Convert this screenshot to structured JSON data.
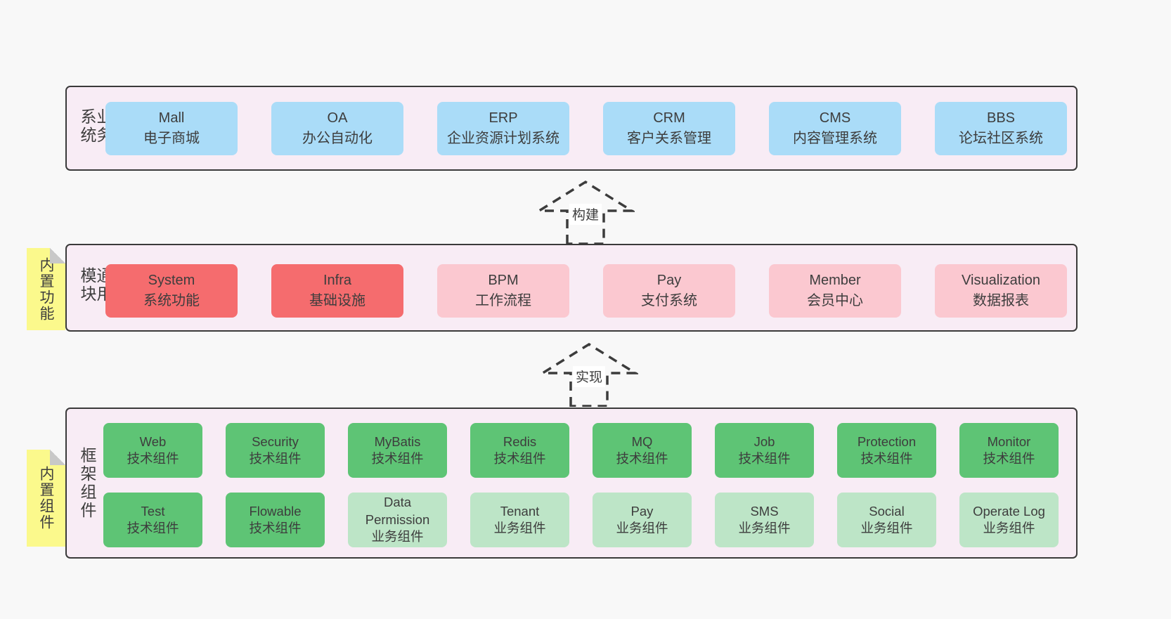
{
  "colors": {
    "page_bg": "#f8f8f8",
    "band_bg": "#f8ecf5",
    "band_border": "#3a3a3a",
    "blue_box": "#aadcf8",
    "red_box": "#f56c6e",
    "pink_box": "#fbc8d0",
    "green_box": "#5ec475",
    "light_green_box": "#bde5c7",
    "sticky_yellow": "#fbf98c",
    "fold_gray": "#c8c8c8",
    "text": "#3d3d3d"
  },
  "arrows": [
    {
      "label": "构建"
    },
    {
      "label": "实现"
    }
  ],
  "bands": [
    {
      "label": "业务系统",
      "rows": [
        [
          {
            "en": "Mall",
            "zh": "电子商城"
          },
          {
            "en": "OA",
            "zh": "办公自动化"
          },
          {
            "en": "ERP",
            "zh": "企业资源计划系统"
          },
          {
            "en": "CRM",
            "zh": "客户关系管理"
          },
          {
            "en": "CMS",
            "zh": "内容管理系统"
          },
          {
            "en": "BBS",
            "zh": "论坛社区系统"
          }
        ]
      ]
    },
    {
      "label": "通用模块",
      "sticky": "内置功能",
      "rows": [
        [
          {
            "en": "System",
            "zh": "系统功能"
          },
          {
            "en": "Infra",
            "zh": "基础设施"
          },
          {
            "en": "BPM",
            "zh": "工作流程"
          },
          {
            "en": "Pay",
            "zh": "支付系统"
          },
          {
            "en": "Member",
            "zh": "会员中心"
          },
          {
            "en": "Visualization",
            "zh": "数据报表"
          }
        ]
      ]
    },
    {
      "label": "框架组件",
      "sticky": "内置组件",
      "rows": [
        [
          {
            "en": "Web",
            "zh": "技术组件"
          },
          {
            "en": "Security",
            "zh": "技术组件"
          },
          {
            "en": "MyBatis",
            "zh": "技术组件"
          },
          {
            "en": "Redis",
            "zh": "技术组件"
          },
          {
            "en": "MQ",
            "zh": "技术组件"
          },
          {
            "en": "Job",
            "zh": "技术组件"
          },
          {
            "en": "Protection",
            "zh": "技术组件"
          },
          {
            "en": "Monitor",
            "zh": "技术组件"
          }
        ],
        [
          {
            "en": "Test",
            "zh": "技术组件"
          },
          {
            "en": "Flowable",
            "zh": "技术组件"
          },
          {
            "en": "Data Permission",
            "zh": "业务组件"
          },
          {
            "en": "Tenant",
            "zh": "业务组件"
          },
          {
            "en": "Pay",
            "zh": "业务组件"
          },
          {
            "en": "SMS",
            "zh": "业务组件"
          },
          {
            "en": "Social",
            "zh": "业务组件"
          },
          {
            "en": "Operate Log",
            "zh": "业务组件"
          }
        ]
      ]
    }
  ]
}
